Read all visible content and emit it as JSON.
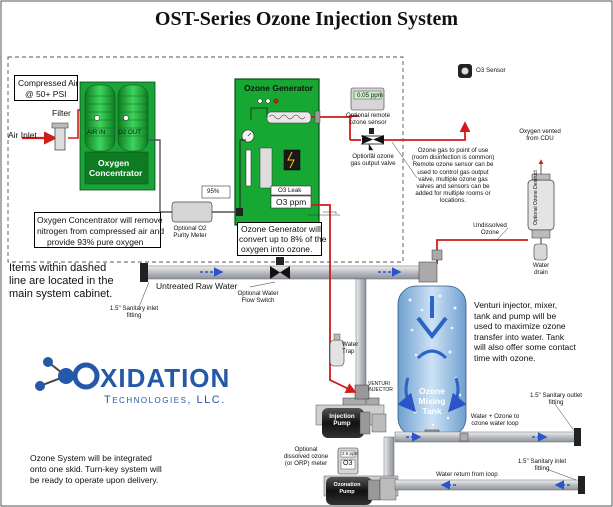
{
  "title": "OST-Series Ozone Injection System",
  "compressed_air": [
    "Compressed Air",
    "@ 50+ PSI"
  ],
  "air_inlet": "Air Inlet",
  "filter": "Filter",
  "air_in": "AIR IN",
  "o2_out": "O2 OUT",
  "oxygen_concentrator": [
    "Oxygen",
    "Concentrator"
  ],
  "concentrator_note": [
    "Oxygen Concentrator will remove",
    "nitrogen from compressed air and",
    "provide 93% pure oxygen"
  ],
  "purity_reading": "95%",
  "purity_meter": [
    "Optional O2",
    "Purity Meter"
  ],
  "ozone_generator": "Ozone Generator",
  "o3_leak": "O3 Leak",
  "o3_ppm": "O3 ppm",
  "generator_note": [
    "Ozone Generator will",
    "convert up to 8% of the",
    "oxygen into ozone."
  ],
  "remote_sensor_reading": "0.05 ppm",
  "remote_sensor": [
    "Optional remote",
    "ozone sensor"
  ],
  "o3_sensor": "O3 Sensor",
  "gas_valve": [
    "Optional ozone",
    "gas output valve"
  ],
  "gas_note": [
    "Ozone gas to point of use",
    "(room disinfection is common)",
    "Remote ozone sensor can be",
    "used to control gas output",
    "valve, multiple ozone gas",
    "valves and sensors can be",
    "added for multiple rooms or",
    "locations."
  ],
  "oxygen_vented": [
    "Oxygen vented",
    "from CDU"
  ],
  "destruct_unit": "Optional Ozone Destruct",
  "undissolved": [
    "Undissolved",
    "Ozone"
  ],
  "water_drain": [
    "Water",
    "drain"
  ],
  "dashed_note": [
    "Items within dashed",
    "line are located in the",
    "main system cabinet."
  ],
  "untreated_water": "Untreated Raw Water",
  "flow_switch": [
    "Optional Water",
    "Flow Switch"
  ],
  "raw_inlet": [
    "1.5\" Sanitary inlet",
    "fitting"
  ],
  "water_trap": [
    "Water",
    "Trap"
  ],
  "venturi_label": [
    "VENTURI",
    "INJECTOR"
  ],
  "injection_pump": [
    "Injection",
    "Pump"
  ],
  "tank": [
    "Ozone",
    "Mixing",
    "Tank"
  ],
  "tank_note": [
    "Venturi injector, mixer,",
    "tank and pump will be",
    "used to maximize ozone",
    "transfer into water.  Tank",
    "will also offer some contact",
    "time with ozone."
  ],
  "company_big": "XIDATION",
  "company_small": "Technologies, LLC.",
  "outlet_fitting": [
    "1.5\" Sanitary outlet",
    "fitting"
  ],
  "water_out": [
    "Water + Ozone to",
    "ozone water loop"
  ],
  "orp_meter": [
    "Optional",
    "dissolved ozone",
    "(or ORP) meter"
  ],
  "orp_reading": "O3",
  "orp_small": "2.5 ppm",
  "return_inlet": [
    "1.5\" Sanitary inlet",
    "fitting"
  ],
  "water_return": "Water return from loop",
  "ozonation_pump": [
    "Ozonation",
    "Pump"
  ],
  "skid_note": [
    "Ozone System will be integrated",
    "onto one skid.  Turn-key system will",
    "be ready to operate upon delivery."
  ],
  "colors": {
    "green": "#16a832",
    "pipe": "#c9ccd1",
    "blue": "#2a55c8",
    "red": "#d21b1b",
    "tank": "#9ec7ea",
    "logo_blue": "#2458a8"
  }
}
